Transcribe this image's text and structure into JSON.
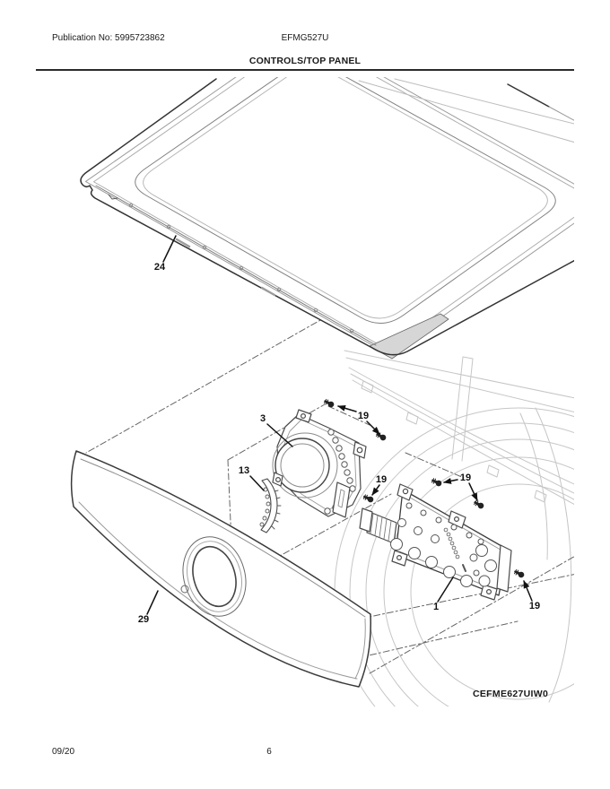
{
  "page": {
    "publication_label": "Publication No: 5995723862",
    "model_number": "EFMG527U",
    "section_title": "CONTROLS/TOP PANEL",
    "diagram_code": "CEFME627UIW0",
    "footer_date": "09/20",
    "footer_page_number": "6"
  },
  "diagram": {
    "callouts": [
      {
        "label": "24"
      },
      {
        "label": "3"
      },
      {
        "label": "19"
      },
      {
        "label": "13"
      },
      {
        "label": "19"
      },
      {
        "label": "19"
      },
      {
        "label": "1"
      },
      {
        "label": "19"
      },
      {
        "label": "29"
      }
    ]
  }
}
